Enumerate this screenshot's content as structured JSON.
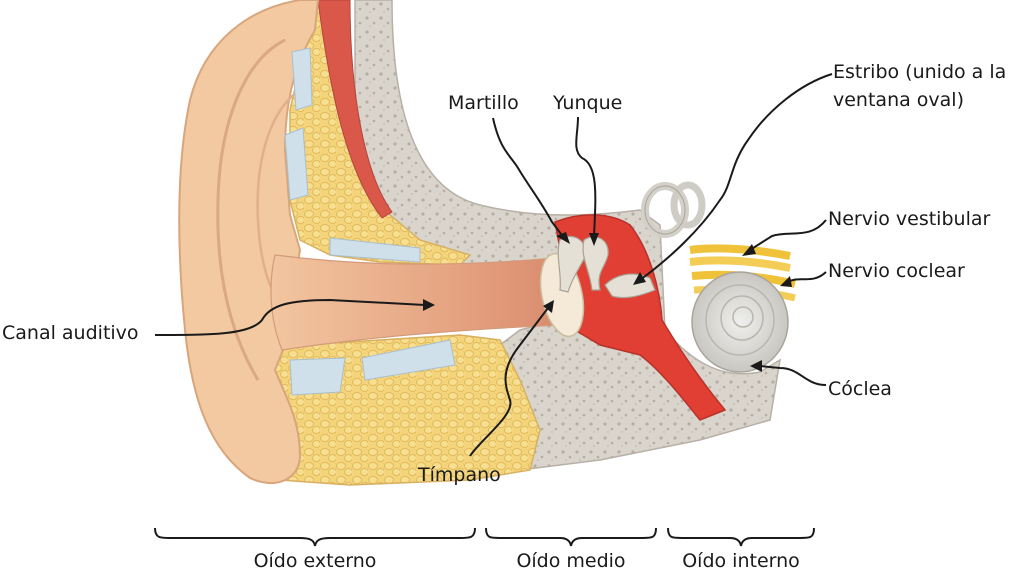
{
  "labels": {
    "martillo": "Martillo",
    "yunque": "Yunque",
    "estribo_line1": "Estribo (unido a la",
    "estribo_line2": "ventana oval)",
    "nervio_vestibular": "Nervio vestibular",
    "nervio_coclear": "Nervio coclear",
    "canal_auditivo": "Canal auditivo",
    "coclea": "Cóclea",
    "timpano": "Tímpano"
  },
  "sections": {
    "externo": "Oído externo",
    "medio": "Oído medio",
    "interno": "Oído interno"
  },
  "colors": {
    "skin": "#f2c9a0",
    "skin_dark": "#d9a57c",
    "fat": "#f2cf6e",
    "bone": "#d8d3cc",
    "bone_dot": "#b9b2a9",
    "cartilage": "#cfe0ea",
    "muscle": "#d9574a",
    "cavity": "#e23c32",
    "nerve": "#f0c23a",
    "leader": "#1a1a1a"
  }
}
